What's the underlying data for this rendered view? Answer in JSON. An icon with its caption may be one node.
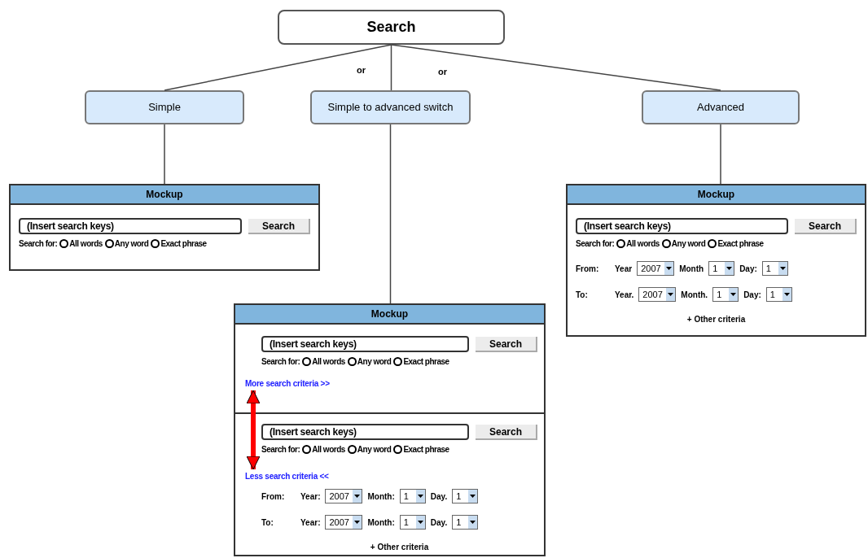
{
  "diagram": {
    "nodes": [
      {
        "text": [
          "Search"
        ]
      },
      {
        "text": [
          "Simple"
        ]
      },
      {
        "text": [
          "Simple to advanced switch"
        ]
      },
      {
        "text": [
          "Advanced"
        ]
      },
      {
        "text": [
          "Mockup",
          "(Insert search keys)",
          "Search",
          "Search for:",
          "All words",
          "Any word",
          "Exact phrase"
        ]
      },
      {
        "text": [
          "Mockup",
          "(Insert search keys)",
          "Search",
          "Search for:",
          "All words",
          "Any word",
          "Exact phrase",
          "From:",
          "Year",
          "2007",
          "Month",
          "1",
          "Day:",
          "1",
          "To:",
          "Year.",
          "2007",
          "Month.",
          "1",
          "Day:",
          "1",
          "+ Other criteria"
        ]
      },
      {
        "text": [
          "Mockup",
          "(Insert search keys)",
          "Search",
          "Search for:",
          "All words",
          "Any word",
          "Exact phrase",
          "(Insert search keys)",
          "Search",
          "Search for:",
          "All words",
          "Any word",
          "Exact phrase",
          "From:",
          "Year:",
          "2007",
          "Month:",
          "1",
          "Day.",
          "1",
          "To:",
          "Year:",
          "2007",
          "Month:",
          "1",
          "Day.",
          "1",
          "+ Other criteria"
        ]
      },
      {
        "text": [
          "More search criteria >>"
        ],
        "in": 6
      },
      {
        "text": [
          "Less search criteria <<"
        ],
        "in": 6
      }
    ],
    "edges": [
      {
        "from": 0,
        "to": 1,
        "arrow": "none"
      },
      {
        "from": 0,
        "to": 2,
        "arrow": "none"
      },
      {
        "from": 0,
        "to": 3,
        "arrow": "none"
      },
      {
        "from": 1,
        "to": 4,
        "arrow": "none"
      },
      {
        "from": 2,
        "to": 6,
        "arrow": "none"
      },
      {
        "from": 3,
        "to": 5,
        "arrow": "none"
      },
      {
        "from": 7,
        "to": 8,
        "arrow": "both",
        "style": "thick",
        "color": "#ff0000"
      }
    ],
    "labels": [
      "or",
      "or"
    ]
  }
}
